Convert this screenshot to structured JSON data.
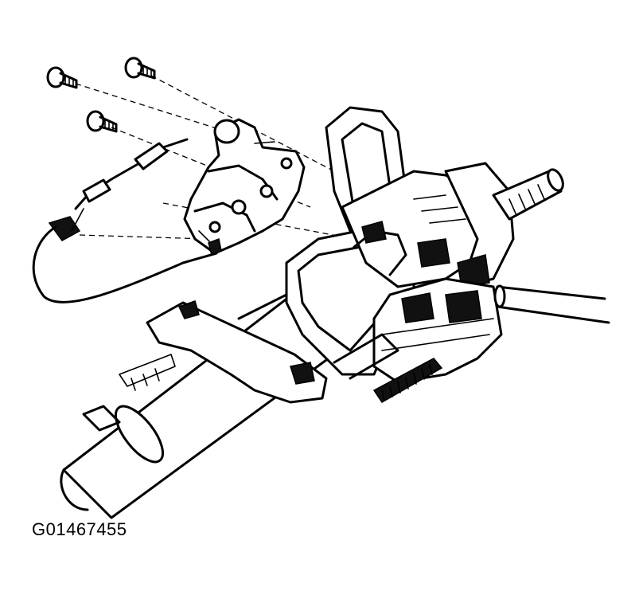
{
  "figure": {
    "code": "G01467455"
  },
  "parts": [
    {
      "name": "screw"
    },
    {
      "name": "ignition-lock-housing"
    },
    {
      "name": "wiring-harness-connector"
    },
    {
      "name": "steering-column-jacket"
    },
    {
      "name": "steering-shaft"
    },
    {
      "name": "tilt-head"
    }
  ]
}
